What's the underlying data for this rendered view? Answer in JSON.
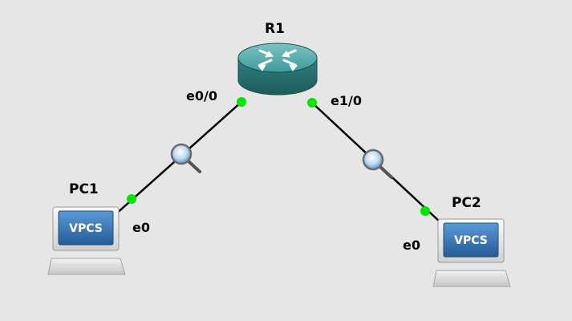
{
  "topology": {
    "nodes": {
      "r1": {
        "label": "R1",
        "type": "router"
      },
      "pc1": {
        "label": "PC1",
        "type": "vpcs",
        "screen_text": "VPCS"
      },
      "pc2": {
        "label": "PC2",
        "type": "vpcs",
        "screen_text": "VPCS"
      }
    },
    "links": [
      {
        "from": "R1",
        "from_port": "e0/0",
        "to": "PC1",
        "to_port": "e0",
        "capture": true,
        "status": "up"
      },
      {
        "from": "R1",
        "from_port": "e1/0",
        "to": "PC2",
        "to_port": "e0",
        "capture": true,
        "status": "up"
      }
    ],
    "ports": {
      "r1_e00": "e0/0",
      "r1_e10": "e1/0",
      "pc1_e0": "e0",
      "pc2_e0": "e0"
    }
  },
  "colors": {
    "background": "#e6e6e6",
    "link": "#000000",
    "port_up": "#00e600",
    "router_body": "#3a8c8c",
    "vpcs_screen": "#2f6fb0"
  },
  "icons": {
    "router": "router-icon",
    "pc": "computer-icon",
    "capture": "magnifier-icon"
  }
}
